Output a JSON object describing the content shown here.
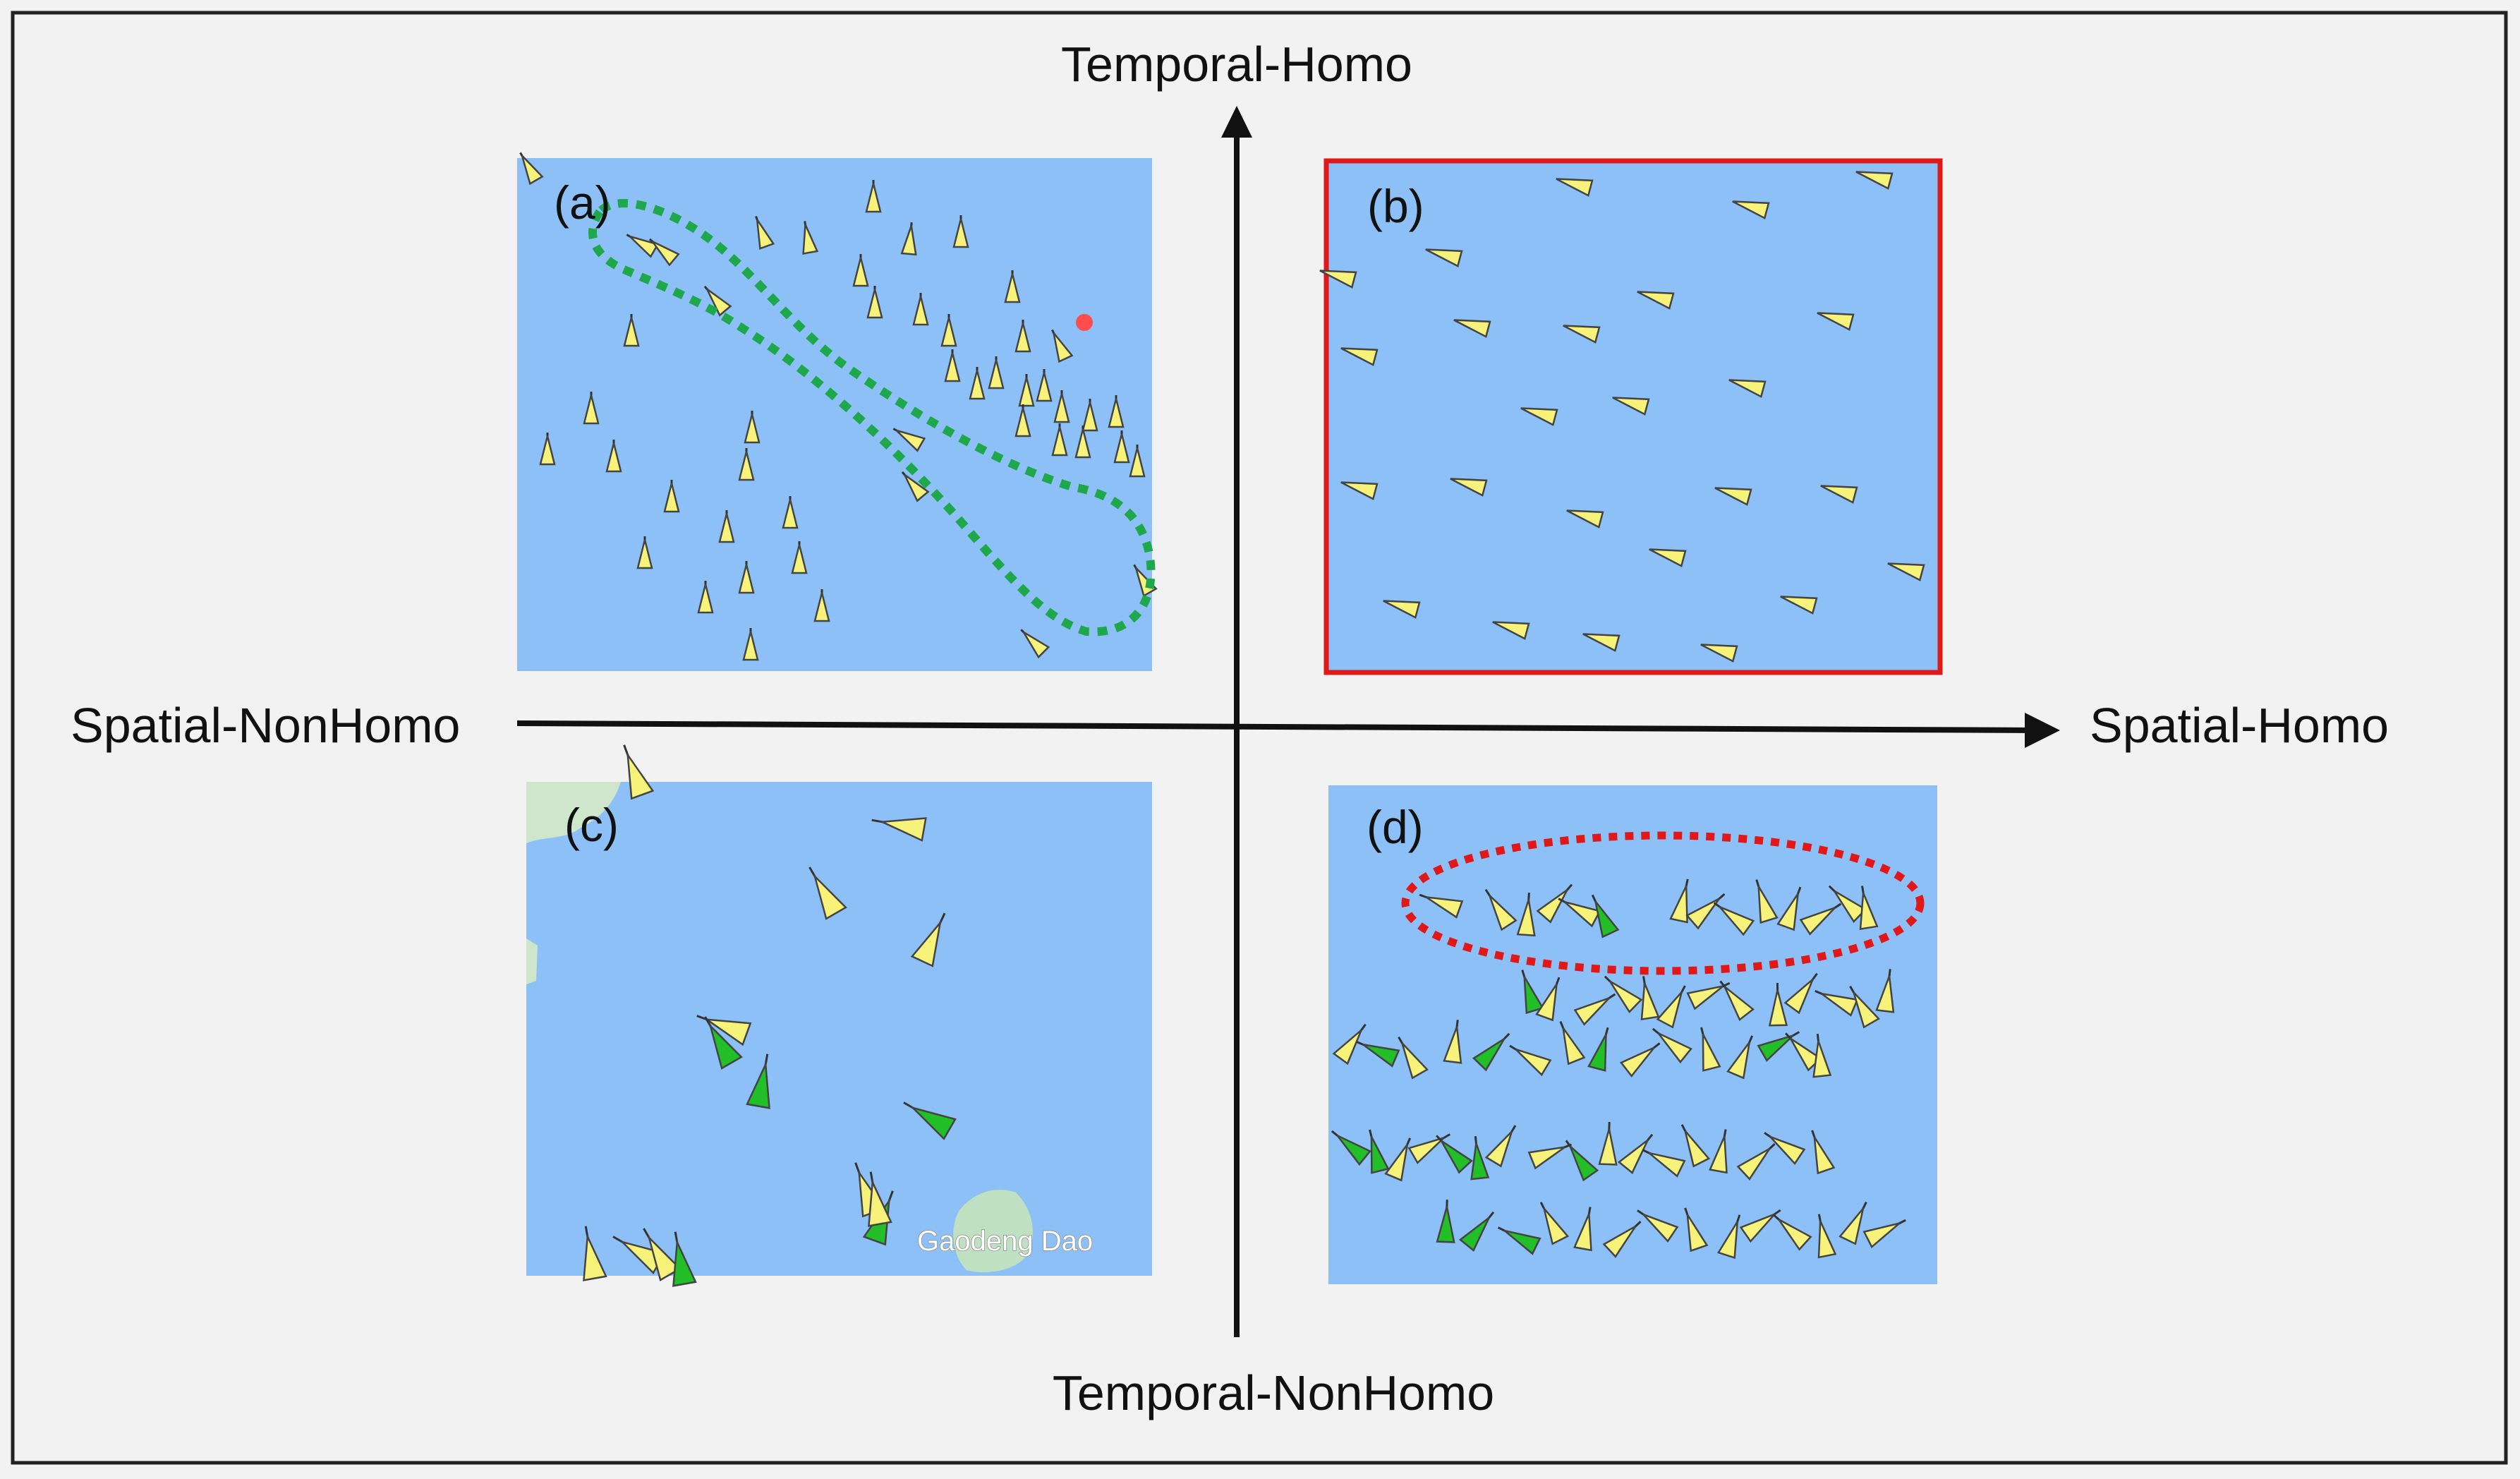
{
  "axes": {
    "top": "Temporal-Homo",
    "bottom": "Temporal-NonHomo",
    "left": "Spatial-NonHomo",
    "right": "Spatial-Homo"
  },
  "panels": [
    {
      "id": "a",
      "label": "(a)",
      "highlight": "green-dotted-lane"
    },
    {
      "id": "b",
      "label": "(b)",
      "highlight": "red-frame"
    },
    {
      "id": "c",
      "label": "(c)",
      "place_name": "Gaodeng Dao"
    },
    {
      "id": "d",
      "label": "(d)",
      "highlight": "red-dotted-ellipse"
    }
  ],
  "colors": {
    "background": "#f2f2f2",
    "sea": "#8dc0f7",
    "vessel_yellow": "#f7f27a",
    "vessel_green": "#22bf28",
    "lane_outline": "#1ea84b",
    "highlight_red": "#e01818",
    "axis": "#111111"
  },
  "icons": [
    "vessel-triangle-icon",
    "alert-badge-icon",
    "island-shape"
  ]
}
